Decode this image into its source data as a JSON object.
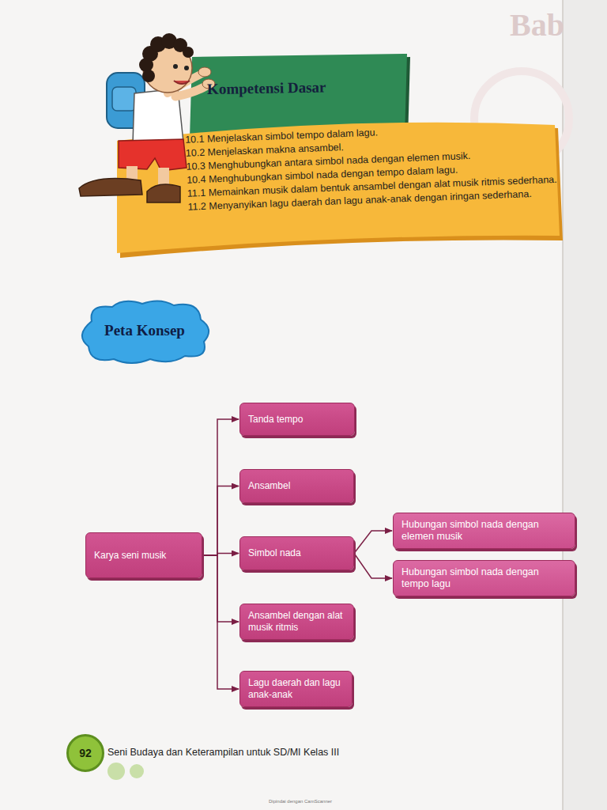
{
  "diagram": {
    "nodes": [
      {
        "text": [
          "Kompetensi Dasar"
        ]
      },
      {
        "text": [
          "10.1 Menjelaskan simbol tempo dalam lagu.",
          "10.2 Menjelaskan makna ansambel.",
          "10.3 Menghubungkan antara simbol nada dengan elemen musik.",
          "10.4 Menghubungkan simbol nada dengan tempo dalam lagu.",
          "11.1 Memainkan musik dalam bentuk ansambel dengan alat musik ritmis sederhana.",
          "11.2 Menyanyikan lagu daerah dan lagu anak-anak dengan iringan sederhana."
        ]
      },
      {
        "text": [
          "Peta Konsep"
        ]
      },
      {
        "text": [
          "Karya seni musik"
        ]
      },
      {
        "text": [
          "Tanda tempo"
        ]
      },
      {
        "text": [
          "Ansambel"
        ]
      },
      {
        "text": [
          "Simbol nada"
        ]
      },
      {
        "text": [
          "Ansambel dengan alat musik ritmis"
        ]
      },
      {
        "text": [
          "Lagu daerah dan lagu anak-anak"
        ]
      },
      {
        "text": [
          "Hubungan simbol nada dengan elemen musik"
        ]
      },
      {
        "text": [
          "Hubungan simbol nada dengan tempo lagu"
        ]
      },
      {
        "text": [
          "92"
        ]
      }
    ],
    "edges": [
      {
        "from": 3,
        "to": 4,
        "arrow": "to"
      },
      {
        "from": 3,
        "to": 5,
        "arrow": "to"
      },
      {
        "from": 3,
        "to": 6,
        "arrow": "to"
      },
      {
        "from": 3,
        "to": 7,
        "arrow": "to"
      },
      {
        "from": 3,
        "to": 8,
        "arrow": "to"
      },
      {
        "from": 6,
        "to": 9,
        "arrow": "to"
      },
      {
        "from": 6,
        "to": 10,
        "arrow": "to"
      }
    ],
    "labels": [
      "Bab",
      "Seni Budaya dan Keterampilan untuk SD/MI Kelas III",
      "Dipindai dengan CamScanner"
    ]
  }
}
